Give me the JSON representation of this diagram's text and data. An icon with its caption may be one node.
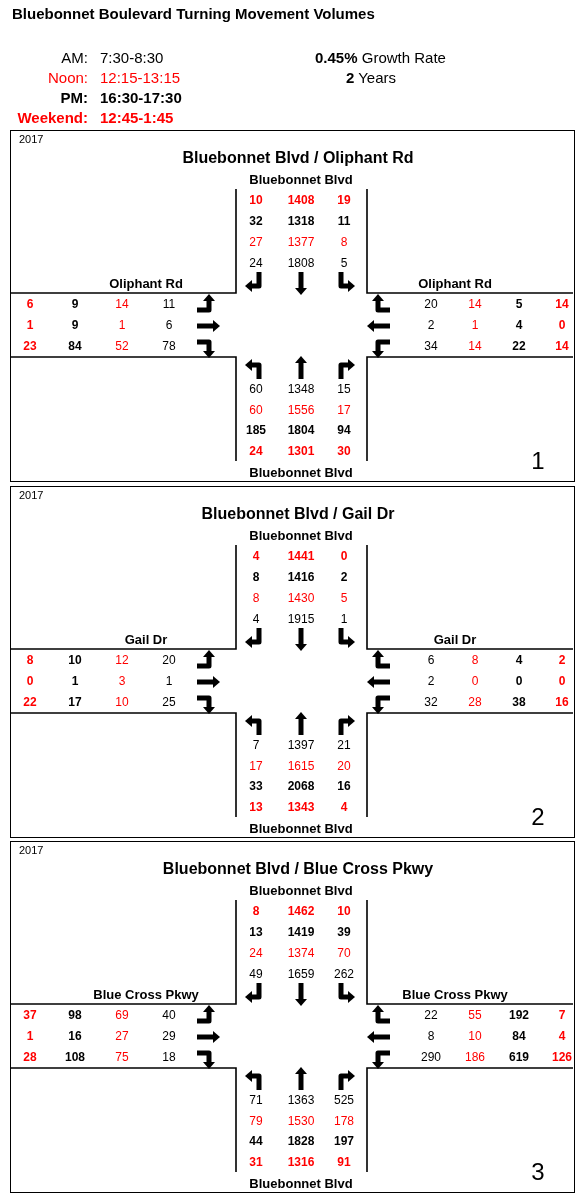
{
  "diagram": {
    "title": "Bluebonnet Boulevard Turning Movement Volumes",
    "nodes": [
      {
        "text": [
          "2017",
          "Bluebonnet Blvd / Oliphant Rd",
          "1"
        ]
      },
      {
        "text": [
          "2017",
          "Bluebonnet Blvd / Gail Dr",
          "2"
        ]
      },
      {
        "text": [
          "2017",
          "Bluebonnet Blvd / Blue Cross Pkwy",
          "3"
        ]
      }
    ],
    "labels": [
      "AM:",
      "7:30-8:30",
      "Noon:",
      "12:15-13:15",
      "PM:",
      "16:30-17:30",
      "Weekend:",
      "12:45-1:45",
      "**0.45%** Growth Rate",
      "**2** Years",
      "Bluebonnet Blvd",
      "10",
      "1408",
      "19",
      "32",
      "1318",
      "11",
      "27",
      "1377",
      "8",
      "24",
      "1808",
      "5",
      "Oliphant Rd",
      "Oliphant Rd",
      "6",
      "9",
      "14",
      "11",
      "1",
      "9",
      "1",
      "6",
      "23",
      "84",
      "52",
      "78",
      "20",
      "14",
      "5",
      "14",
      "2",
      "1",
      "4",
      "0",
      "34",
      "14",
      "22",
      "14",
      "60",
      "1348",
      "15",
      "60",
      "1556",
      "17",
      "185",
      "1804",
      "94",
      "24",
      "1301",
      "30",
      "Bluebonnet Blvd",
      "Bluebonnet Blvd",
      "4",
      "1441",
      "0",
      "8",
      "1416",
      "2",
      "8",
      "1430",
      "5",
      "4",
      "1915",
      "1",
      "Gail Dr",
      "Gail Dr",
      "8",
      "10",
      "12",
      "20",
      "0",
      "1",
      "3",
      "1",
      "22",
      "17",
      "10",
      "25",
      "6",
      "8",
      "4",
      "2",
      "2",
      "0",
      "0",
      "0",
      "32",
      "28",
      "38",
      "16",
      "7",
      "1397",
      "21",
      "17",
      "1615",
      "20",
      "33",
      "2068",
      "16",
      "13",
      "1343",
      "4",
      "Bluebonnet Blvd",
      "Bluebonnet Blvd",
      "8",
      "1462",
      "10",
      "13",
      "1419",
      "39",
      "24",
      "1374",
      "70",
      "49",
      "1659",
      "262",
      "Blue Cross Pkwy",
      "Blue Cross Pkwy",
      "37",
      "98",
      "69",
      "40",
      "1",
      "16",
      "27",
      "29",
      "28",
      "108",
      "75",
      "18",
      "22",
      "55",
      "192",
      "7",
      "8",
      "10",
      "84",
      "4",
      "290",
      "186",
      "619",
      "126",
      "71",
      "1363",
      "525",
      "79",
      "1530",
      "178",
      "44",
      "1828",
      "197",
      "31",
      "1316",
      "91",
      "Bluebonnet Blvd"
    ]
  }
}
